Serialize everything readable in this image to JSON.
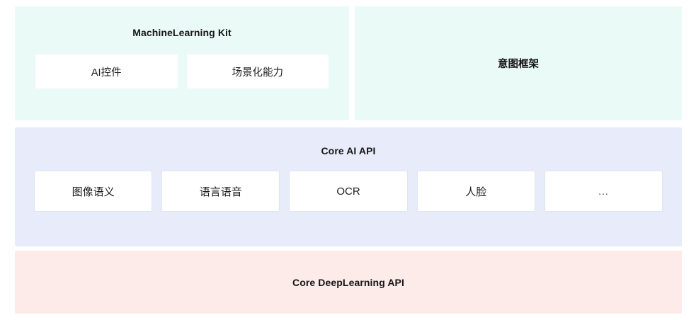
{
  "diagram": {
    "type": "layered-architecture",
    "layers": [
      {
        "id": "mlkit",
        "title": "MachineLearning Kit",
        "background_color": "#eafaf7",
        "items": [
          {
            "label": "AI控件"
          },
          {
            "label": "场景化能力"
          }
        ]
      },
      {
        "id": "intent-framework",
        "title": "意图框架",
        "background_color": "#eafaf7",
        "items": []
      },
      {
        "id": "core-ai-api",
        "title": "Core AI API",
        "background_color": "#e8ecfa",
        "items": [
          {
            "label": "图像语义"
          },
          {
            "label": "语言语音"
          },
          {
            "label": "OCR"
          },
          {
            "label": "人脸"
          },
          {
            "label": "..."
          }
        ]
      },
      {
        "id": "core-deeplearning-api",
        "title": "Core DeepLearning API",
        "background_color": "#fcebe8",
        "items": []
      }
    ],
    "colors": {
      "mint_panel": "#eafaf7",
      "lavender_panel": "#e8ecfa",
      "pink_panel": "#fcebe8",
      "box_fill": "#ffffff",
      "box_border_blue": "#dfe4f3",
      "box_border_mint": "#eef6f4",
      "text": "#161616"
    }
  }
}
